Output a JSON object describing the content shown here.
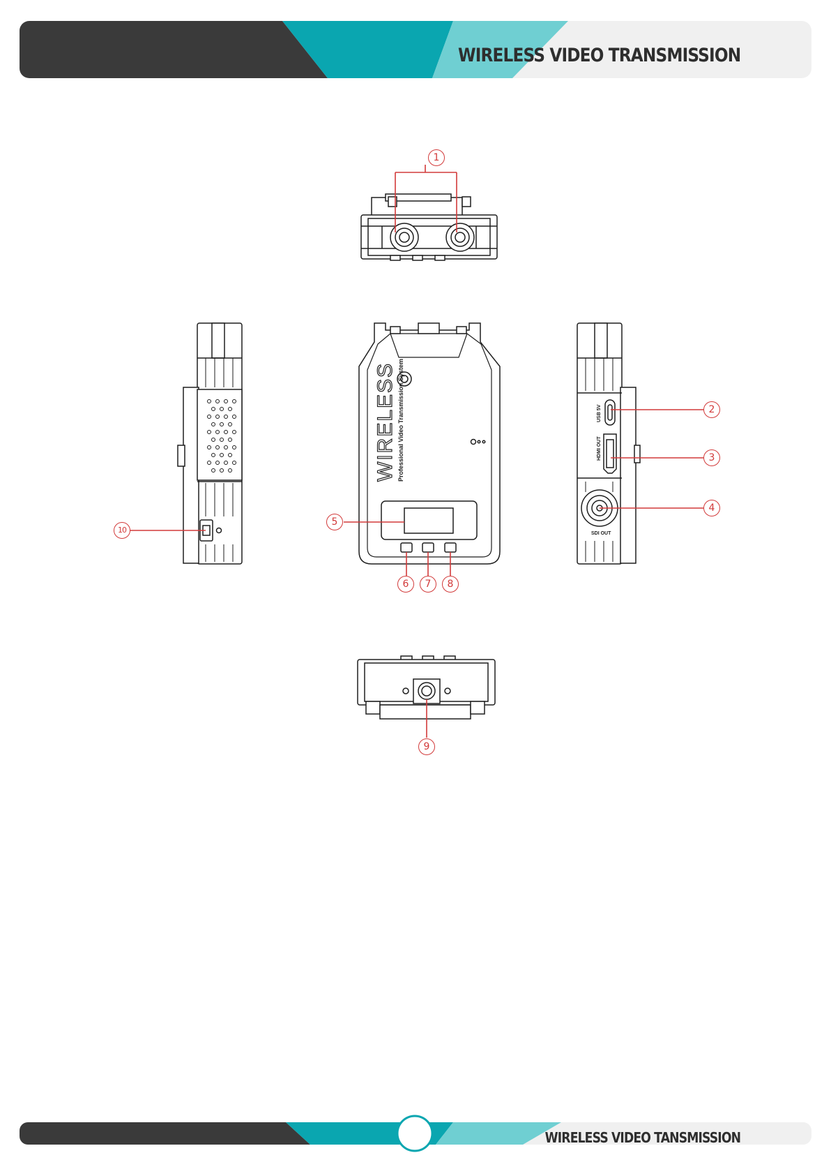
{
  "header": {
    "title": "WIRELESS VIDEO TRANSMISSION"
  },
  "footer": {
    "title": "WIRELESS VIDEO TANSMISSION"
  },
  "device": {
    "brand": "WIRELESS",
    "tagline": "Professional Video Transmission System",
    "ports": {
      "usb": "USB 5V",
      "hdmi": "HDMI OUT",
      "sdi": "SDI OUT"
    }
  },
  "callouts": [
    "1",
    "2",
    "3",
    "4",
    "5",
    "6",
    "7",
    "8",
    "9",
    "10"
  ],
  "colors": {
    "dark": "#3a3a3a",
    "teal": "#0aa6b0",
    "light_teal": "#6fcfd2",
    "grey": "#f0f0f0",
    "callout_red": "#d23a3a"
  }
}
